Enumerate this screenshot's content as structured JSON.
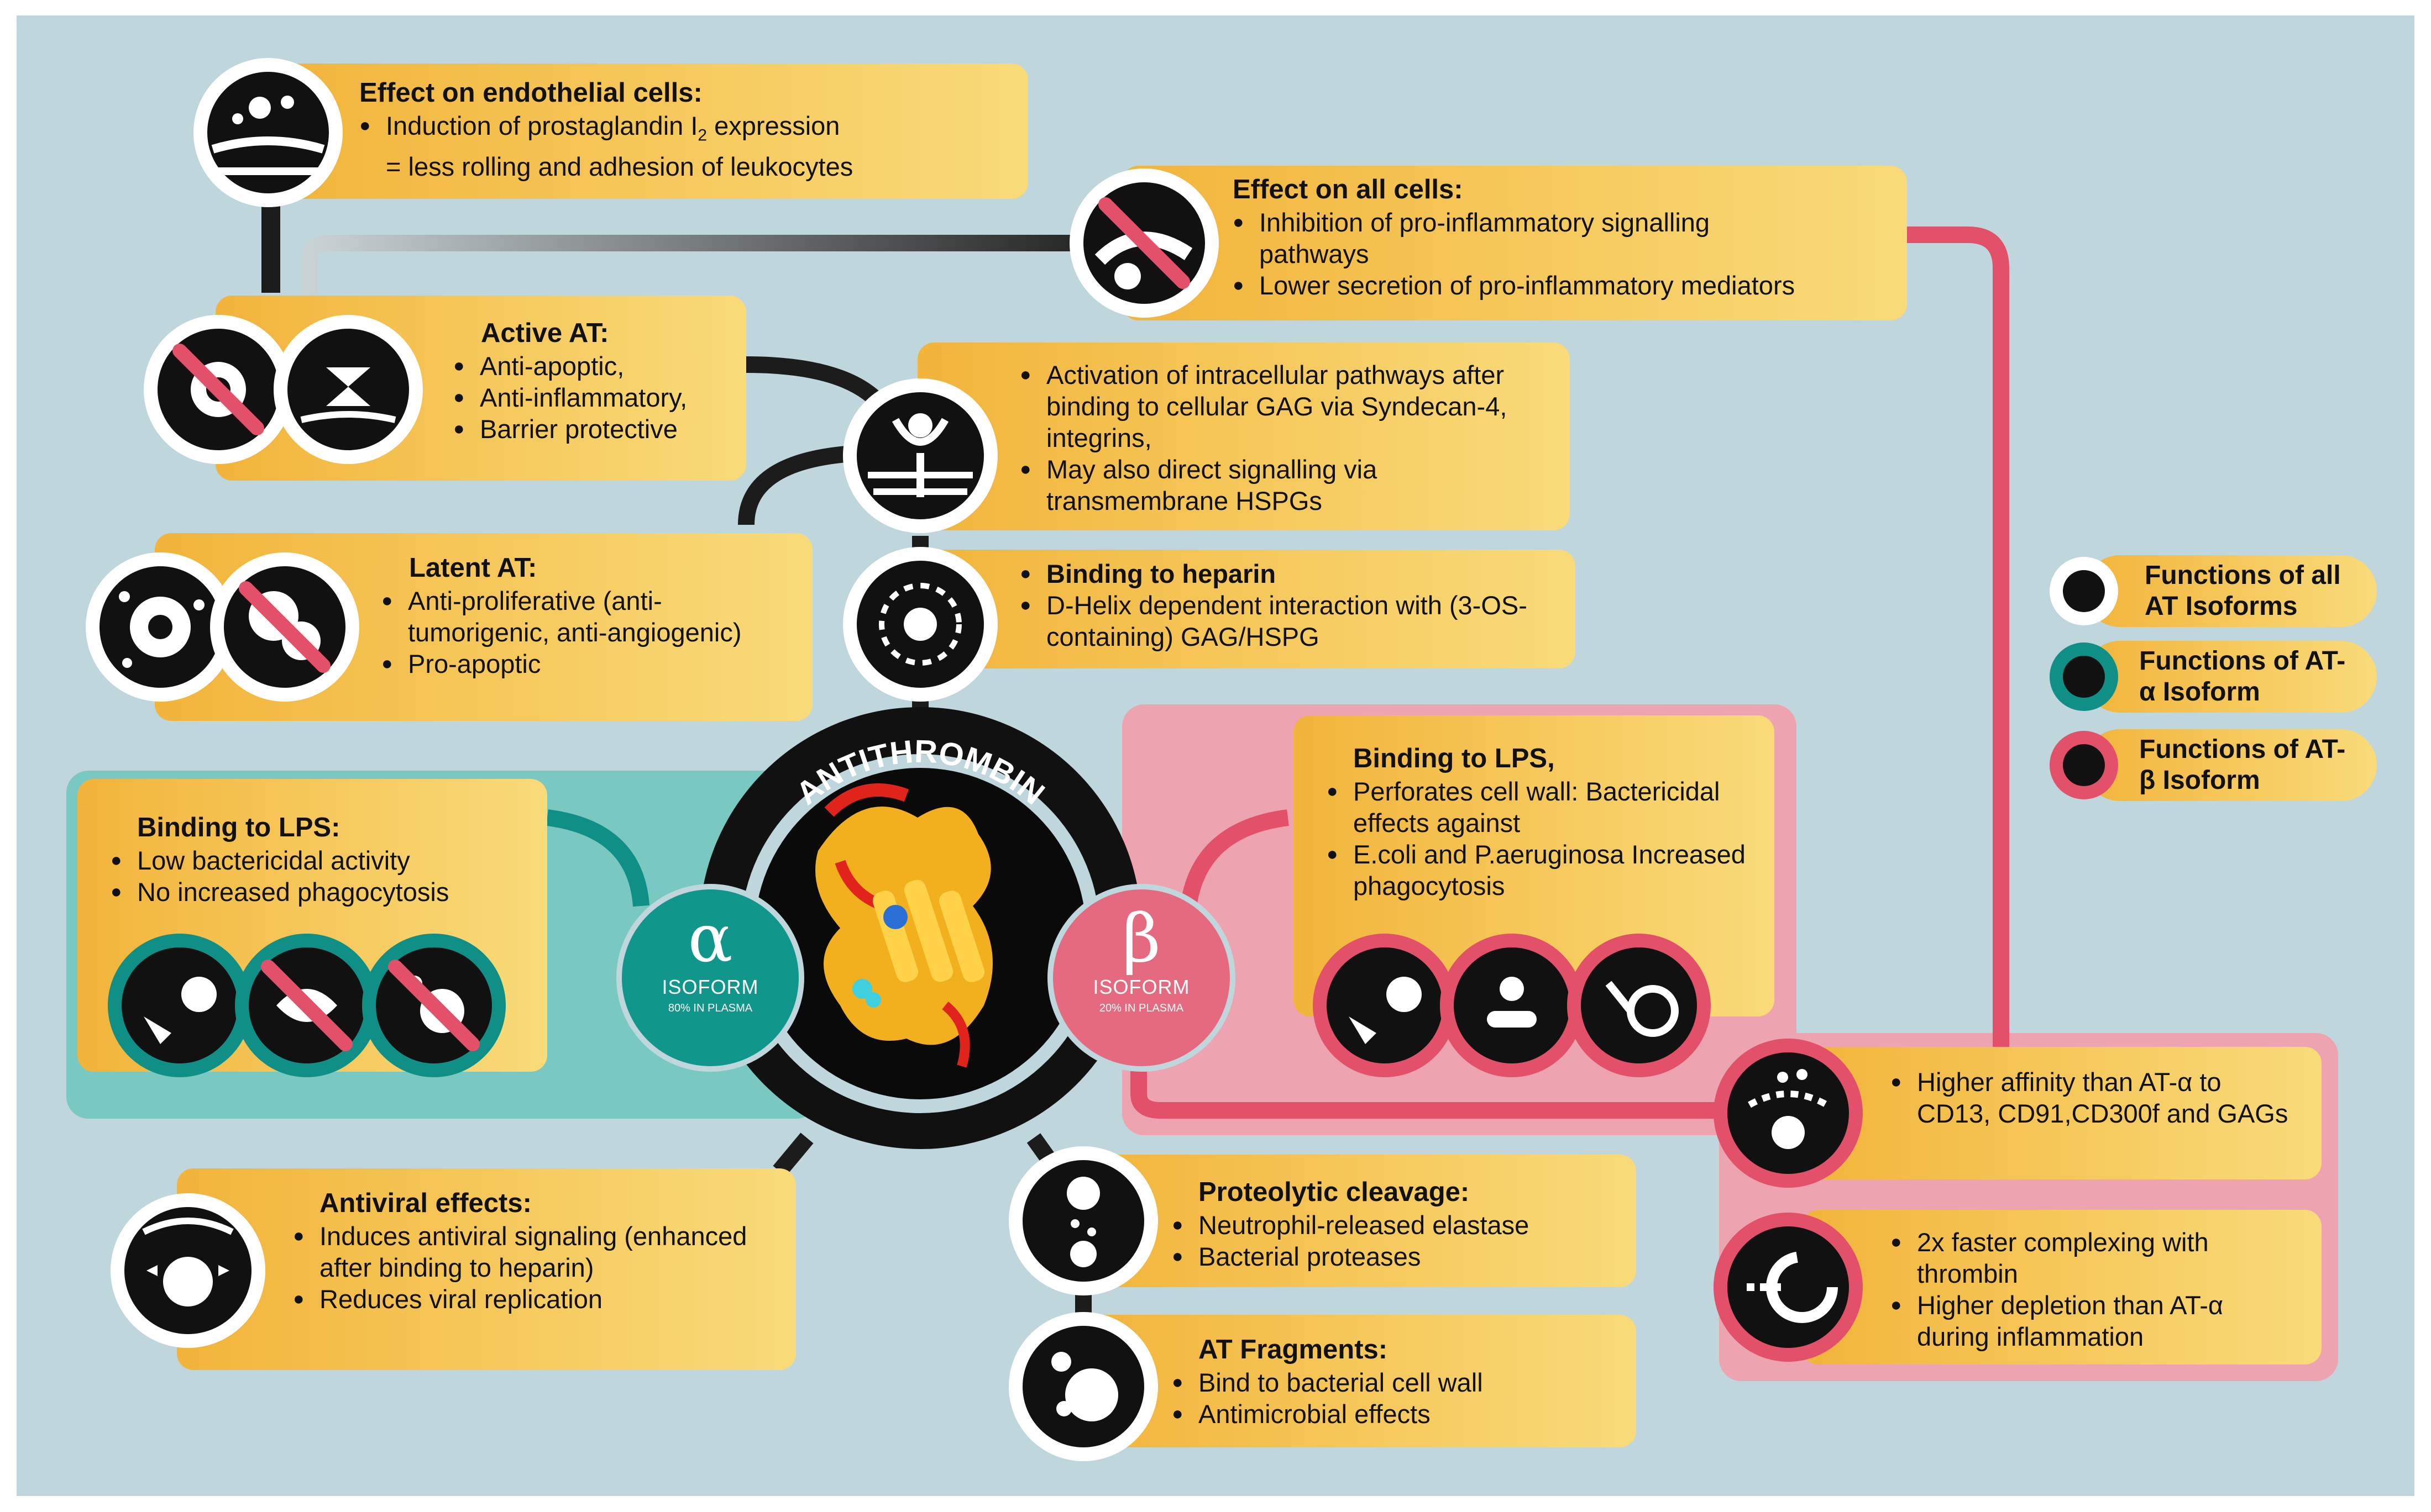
{
  "colors": {
    "background": "#bfd6dc",
    "box": "#f4c545",
    "dark": "#111111",
    "alpha_teal": "#0f8f86",
    "alpha_panel": "#79c9c2",
    "beta_pink": "#e2506a",
    "beta_panel": "#eea3b1",
    "connector": "#1c1c1c"
  },
  "center": {
    "ring_label": "ANTITHROMBIN",
    "alpha": {
      "symbol": "α",
      "label": "ISOFORM",
      "plasma": "80% IN PLASMA"
    },
    "beta": {
      "symbol": "β",
      "label": "ISOFORM",
      "plasma": "20% IN PLASMA"
    }
  },
  "boxes": {
    "endothelial": {
      "title": "Effect on endothelial cells:",
      "bullets": [
        "Induction of prostaglandin I",
        "= less rolling and adhesion of leukocytes"
      ],
      "subscript": "2",
      "suffix": " expression",
      "icon": "endothelial-cell-icon"
    },
    "all_cells": {
      "title": "Effect on all cells:",
      "bullets": [
        "Inhibition of pro-inflammatory signalling pathways",
        "Lower secretion of pro-inflammatory mediators"
      ],
      "icon": "inflammation-blocked-icon"
    },
    "active_at": {
      "title": "Active AT:",
      "bullets": [
        "Anti-apoptic,",
        "Anti-inflammatory,",
        "Barrier protective"
      ],
      "icons": [
        "apoptosis-blocked-icon",
        "barrier-junction-icon"
      ]
    },
    "gag": {
      "bullets": [
        "Activation of intracellular pathways after binding to cellular GAG via Syndecan-4, integrins,",
        "May also direct signalling via transmembrane HSPGs"
      ],
      "icon": "receptor-signalling-icon"
    },
    "latent_at": {
      "title": "Latent AT:",
      "bullets": [
        "Anti-proliferative (anti-tumorigenic, anti-angiogenic)",
        "Pro-apoptic"
      ],
      "icons": [
        "tumor-cell-icon",
        "proliferation-blocked-icon"
      ]
    },
    "heparin": {
      "title": "Binding to heparin",
      "bullets": [
        "D-Helix dependent interaction with (3-OS-containing) GAG/HSPG"
      ],
      "icon": "heparin-binding-icon"
    },
    "lps_alpha": {
      "title": "Binding to LPS:",
      "bullets": [
        "Low bactericidal activity",
        "No increased phagocytosis"
      ],
      "icons": [
        "bacteria-phagocyte-icon",
        "bacteria-blocked-icon",
        "phagocytosis-blocked-icon"
      ]
    },
    "lps_beta": {
      "title": "Binding to LPS,",
      "bullets": [
        "Perforates cell wall: Bactericidal effects against",
        "E.coli and P.aeruginosa Increased phagocytosis"
      ],
      "icons": [
        "bacteria-phagocyte-icon",
        "perforated-bacteria-icon",
        "phagocytosis-icon"
      ]
    },
    "affinity": {
      "bullets": [
        "Higher affinity than AT-α to CD13, CD91,CD300f and GAGs"
      ],
      "icon": "receptor-affinity-icon"
    },
    "complexing": {
      "bullets": [
        "2x faster complexing with thrombin",
        "Higher depletion than AT-α during inflammation"
      ],
      "icon": "thrombin-complex-icon"
    },
    "antiviral": {
      "title": "Antiviral effects:",
      "bullets": [
        "Induces antiviral signaling (enhanced after binding to heparin)",
        "Reduces viral replication"
      ],
      "icon": "virus-icon"
    },
    "proteolytic": {
      "title": "Proteolytic cleavage:",
      "bullets": [
        "Neutrophil-released elastase",
        "Bacterial proteases"
      ],
      "icon": "protease-cleavage-icon"
    },
    "fragments": {
      "title": "AT Fragments:",
      "bullets": [
        "Bind to bacterial cell wall",
        "Antimicrobial effects"
      ],
      "icon": "fragment-icon"
    }
  },
  "legend": [
    {
      "text": "Functions of all AT Isoforms",
      "ring": "#ffffff"
    },
    {
      "text": "Functions of AT-α Isoform",
      "ring": "#0f8f86"
    },
    {
      "text": "Functions of AT-β Isoform",
      "ring": "#e2506a"
    }
  ]
}
